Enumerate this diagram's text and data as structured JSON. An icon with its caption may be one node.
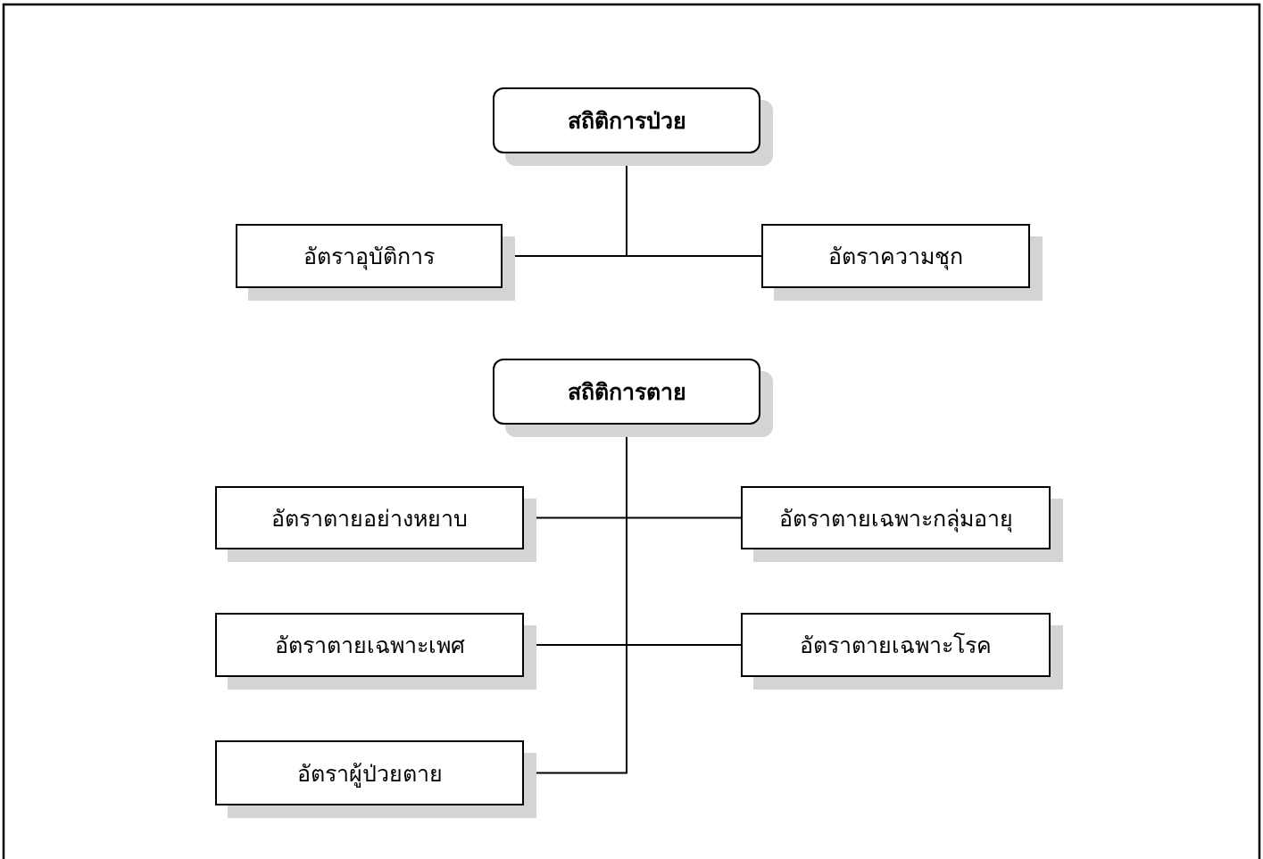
{
  "diagram": {
    "nodes": [
      {
        "text": [
          "สถิติการป่วย"
        ]
      },
      {
        "text": [
          "อัตราอุบัติการ"
        ]
      },
      {
        "text": [
          "อัตราความชุก"
        ]
      },
      {
        "text": [
          "สถิติการตาย"
        ]
      },
      {
        "text": [
          "อัตราตายอย่างหยาบ"
        ]
      },
      {
        "text": [
          "อัตราตายเฉพาะกลุ่มอายุ"
        ]
      },
      {
        "text": [
          "อัตราตายเฉพาะเพศ"
        ]
      },
      {
        "text": [
          "อัตราตายเฉพาะโรค"
        ]
      },
      {
        "text": [
          "อัตราผู้ป่วยตาย"
        ]
      }
    ],
    "edges": [
      {
        "from": 0,
        "to": 1,
        "arrow": "none"
      },
      {
        "from": 0,
        "to": 2,
        "arrow": "none"
      },
      {
        "from": 3,
        "to": 4,
        "arrow": "none"
      },
      {
        "from": 3,
        "to": 5,
        "arrow": "none"
      },
      {
        "from": 3,
        "to": 6,
        "arrow": "none"
      },
      {
        "from": 3,
        "to": 7,
        "arrow": "none"
      },
      {
        "from": 3,
        "to": 8,
        "arrow": "none"
      }
    ]
  }
}
